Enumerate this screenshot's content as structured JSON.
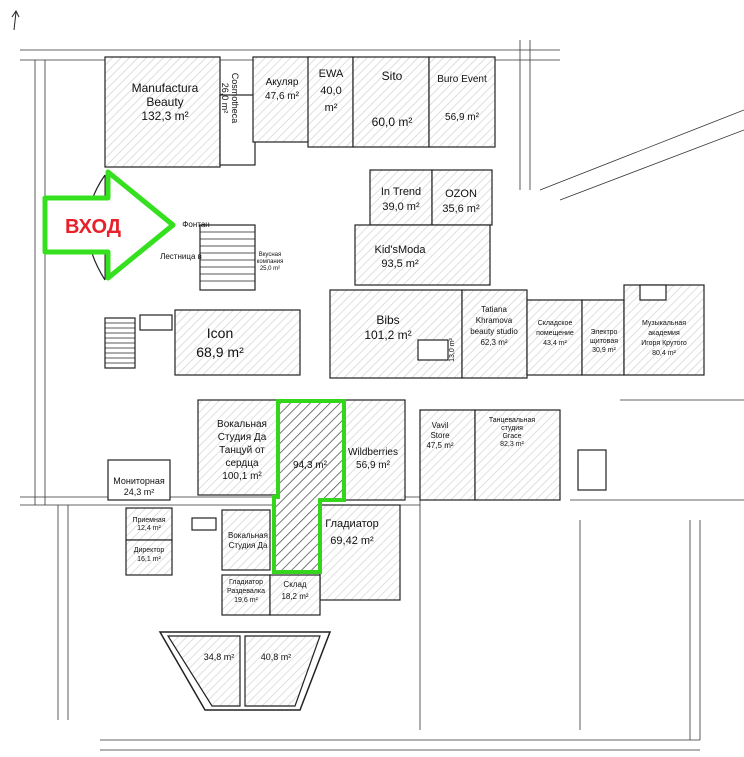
{
  "colors": {
    "entry_arrow": "#35e01e",
    "entry_text": "#e8202a",
    "highlight": "#33d61b",
    "hatch": "#c9c9c9",
    "wall": "#222222"
  },
  "entry": {
    "label": "ВХОД"
  },
  "rooms": [
    {
      "id": "manufactura",
      "lines": [
        "Manufactura",
        "Beauty",
        "132,3 m²"
      ]
    },
    {
      "id": "cosmotheca",
      "lines": [
        "Cosmotheca",
        "26,0 m²"
      ]
    },
    {
      "id": "akular",
      "lines": [
        "Акуляр",
        "47,6 m²"
      ]
    },
    {
      "id": "ewa",
      "lines": [
        "EWA",
        "40,0",
        "m²"
      ]
    },
    {
      "id": "sito",
      "lines": [
        "Sito",
        "60,0 m²"
      ]
    },
    {
      "id": "buro",
      "lines": [
        "Buro Event",
        "56,9 m²"
      ]
    },
    {
      "id": "intrend",
      "lines": [
        "In Trend",
        "39,0 m²"
      ]
    },
    {
      "id": "ozon",
      "lines": [
        "OZON",
        "35,6 m²"
      ]
    },
    {
      "id": "kidsmoda",
      "lines": [
        "Kid'sModa",
        "93,5 m²"
      ]
    },
    {
      "id": "fontan",
      "lines": [
        "Фонтан"
      ]
    },
    {
      "id": "lestnica",
      "lines": [
        "Лестница в"
      ]
    },
    {
      "id": "vkusnaya",
      "lines": [
        "Вкусная",
        "компания",
        "25,0 m²"
      ]
    },
    {
      "id": "icon",
      "lines": [
        "Icon",
        "68,9 m²"
      ]
    },
    {
      "id": "bibs",
      "lines": [
        "Bibs",
        "101,2 m²"
      ]
    },
    {
      "id": "small13",
      "lines": [
        "13,0 m²"
      ]
    },
    {
      "id": "tatiana",
      "lines": [
        "Tatiana",
        "Khramova",
        "beauty studio",
        "62,3 m²"
      ]
    },
    {
      "id": "sklad1",
      "lines": [
        "Складское",
        "помещение",
        "43,4 m²"
      ]
    },
    {
      "id": "electro",
      "lines": [
        "Электро",
        "щитовая",
        "30,9 m²"
      ]
    },
    {
      "id": "music",
      "lines": [
        "Музыкальная",
        "академия",
        "Игоря Крутого",
        "80,4 m²"
      ]
    },
    {
      "id": "vocal",
      "lines": [
        "Вокальная",
        "Студия Да",
        "Танцуй от",
        "сердца",
        "100,1 m²"
      ]
    },
    {
      "id": "highlight",
      "lines": [
        "94,3 m²"
      ]
    },
    {
      "id": "wildberries",
      "lines": [
        "Wildberries",
        "56,9 m²"
      ]
    },
    {
      "id": "vavil",
      "lines": [
        "Vavil",
        "Store",
        "47,5 m²"
      ]
    },
    {
      "id": "grace",
      "lines": [
        "Танцевальная",
        "студия",
        "Grace",
        "82,3 m²"
      ]
    },
    {
      "id": "monitor",
      "lines": [
        "Мониторная",
        "24,3 m²"
      ]
    },
    {
      "id": "priemnaya",
      "lines": [
        "Приемная",
        "12,4 m²"
      ]
    },
    {
      "id": "director",
      "lines": [
        "Директор",
        "16,1 m²"
      ]
    },
    {
      "id": "vocal2",
      "lines": [
        "Вокальная",
        "Студия Да"
      ]
    },
    {
      "id": "gladiator",
      "lines": [
        "Гладиатор",
        "69,42 m²"
      ]
    },
    {
      "id": "razdevalka",
      "lines": [
        "Гладиатор",
        "Раздевалка",
        "19,6 m²"
      ]
    },
    {
      "id": "sklad2",
      "lines": [
        "Склад",
        "18,2 m²"
      ]
    },
    {
      "id": "r348",
      "lines": [
        "34,8 m²"
      ]
    },
    {
      "id": "r408",
      "lines": [
        "40,8 m²"
      ]
    }
  ]
}
